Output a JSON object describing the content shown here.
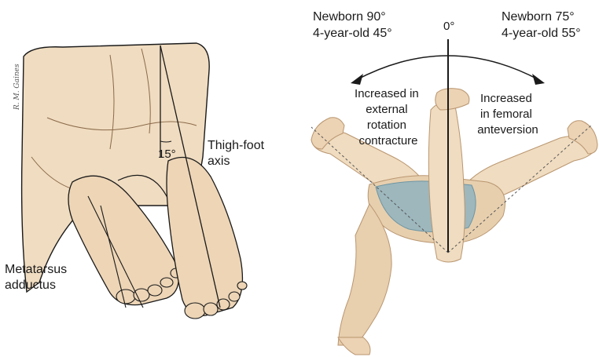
{
  "left_panel": {
    "angle_label": "15°",
    "axis_label_lines": [
      "Thigh-foot",
      "axis"
    ],
    "condition_label_lines": [
      "Metatarsus",
      "adductus"
    ],
    "signature": "R. M. Gaines"
  },
  "right_panel": {
    "zero_label": "0°",
    "left_values": [
      "Newborn 90°",
      "4-year-old 45°"
    ],
    "right_values": [
      "Newborn 75°",
      "4-year-old 55°"
    ],
    "left_caption_lines": [
      "Increased in",
      "external",
      "rotation",
      "contracture"
    ],
    "right_caption_lines": [
      "Increased",
      "in femoral",
      "anteversion"
    ]
  },
  "colors": {
    "skin": "#f0dcc0",
    "skin_shade": "#d8bb98",
    "skin_dark": "#b99670",
    "diaper": "#8fb3bf",
    "line": "#1a1a1a"
  }
}
